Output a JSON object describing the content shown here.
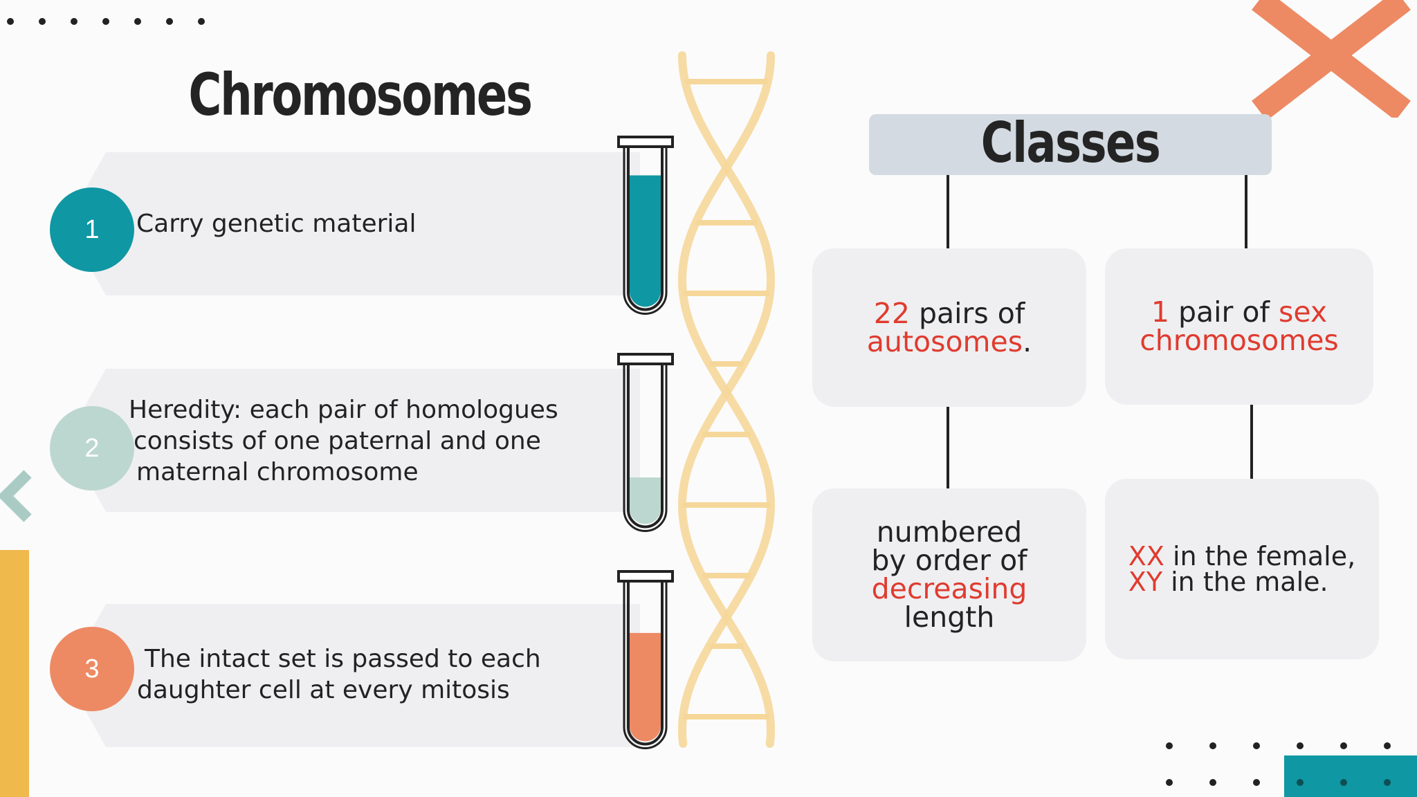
{
  "title": "Chromosomes",
  "items": [
    {
      "number": "1",
      "text": "Carry genetic material",
      "color": "#0f97a3"
    },
    {
      "number": "2",
      "text_lines": [
        "Heredity: each pair of homologues",
        "consists of one paternal and one",
        "maternal chromosome"
      ],
      "color": "#bcd7cf"
    },
    {
      "number": "3",
      "text_lines": [
        "The intact set is passed to each",
        "daughter cell at every mitosis"
      ],
      "color": "#ed8a63"
    }
  ],
  "tubes": [
    {
      "fill": "#0f97a3",
      "level": 0.85
    },
    {
      "fill": "#bcd7cf",
      "level": 0.3
    },
    {
      "fill": "#ed8a63",
      "level": 0.7
    }
  ],
  "classes": {
    "header": "Classes",
    "autosomes": {
      "number": "22",
      "middle": " pairs of",
      "word": "autosomes",
      "end": "."
    },
    "sex": {
      "number": "1",
      "middle": " pair of ",
      "word1": "sex",
      "word2": "chromosomes"
    },
    "autosome_detail": {
      "line1": "numbered",
      "line2": "by order of",
      "highlight": "decreasing",
      "line4": "length"
    },
    "sex_detail": {
      "xx": "XX",
      "female": " in the female,",
      "xy": "XY",
      "male": " in the male."
    }
  },
  "colors": {
    "teal": "#0f97a3",
    "orange": "#ed8a63",
    "yellow": "#f0b94c",
    "highlight_red": "#e03b2f",
    "dna": "#f6d79a"
  }
}
